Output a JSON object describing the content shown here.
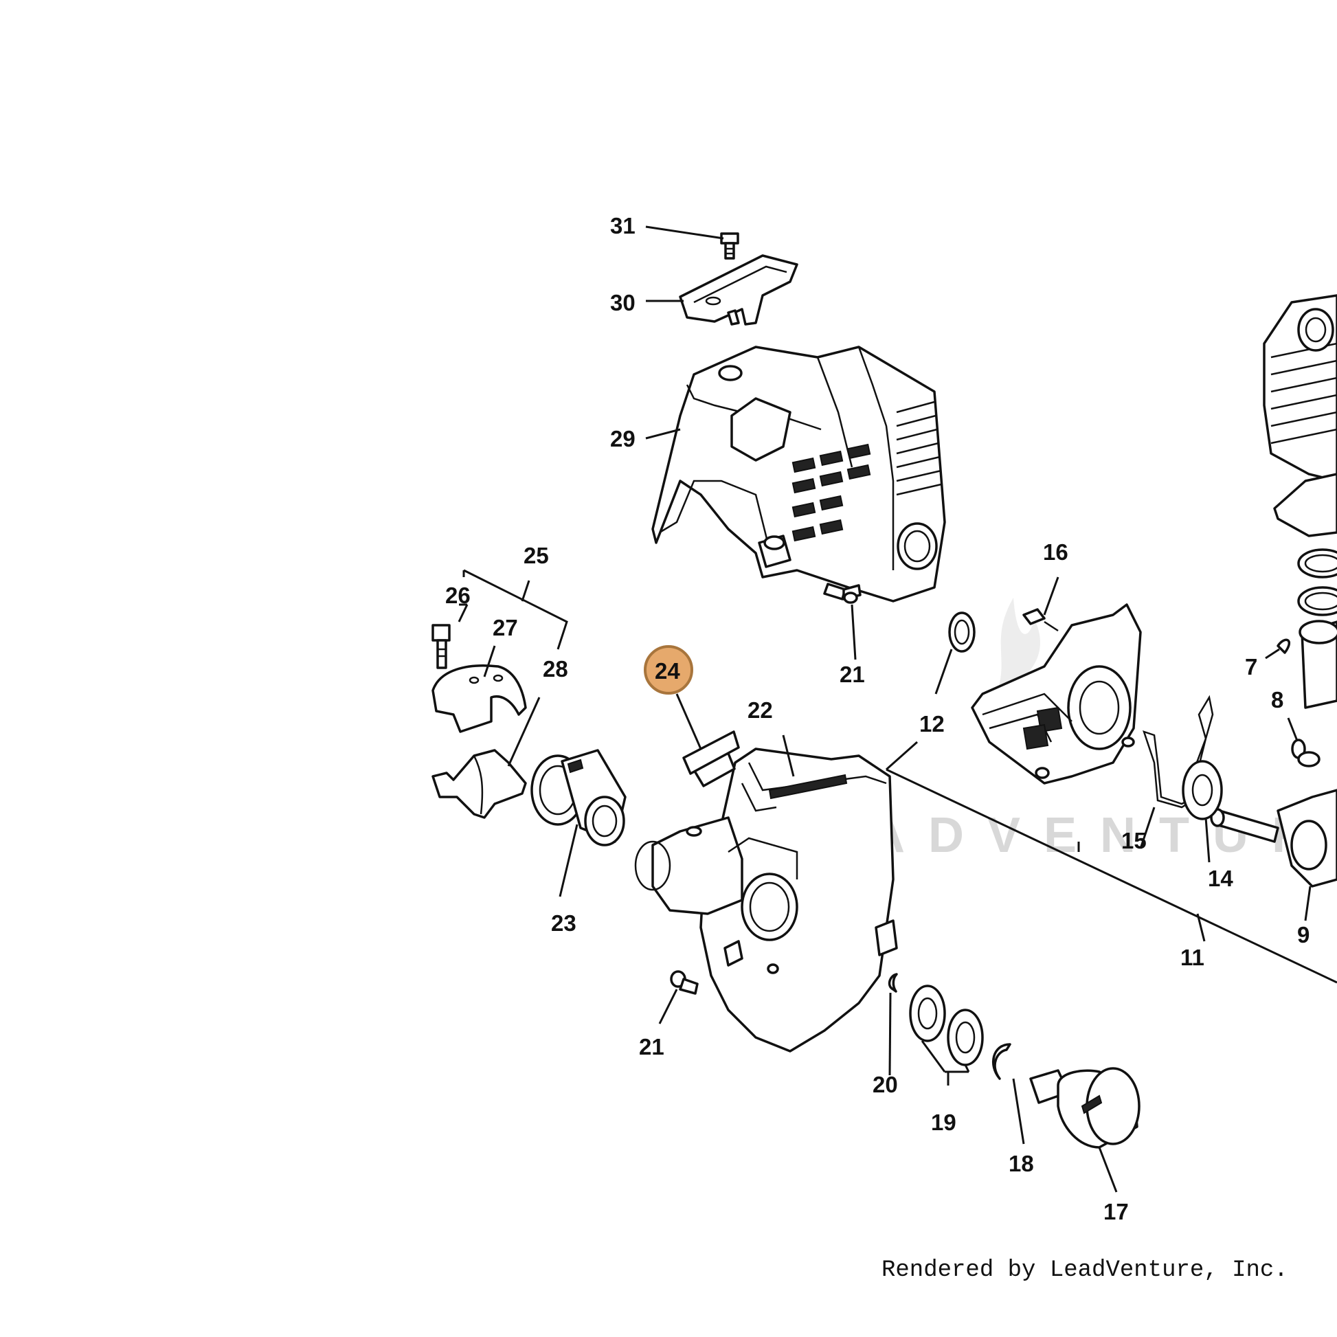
{
  "diagram": {
    "highlight_color": "#e6a96c",
    "highlighted_part": "24",
    "labels": {
      "l7": "7",
      "l8": "8",
      "l9": "9",
      "l11": "11",
      "l12": "12",
      "l14": "14",
      "l15": "15",
      "l16": "16",
      "l17": "17",
      "l18": "18",
      "l19": "19",
      "l20": "20",
      "l21a": "21",
      "l21b": "21",
      "l22": "22",
      "l23": "23",
      "l24": "24",
      "l25": "25",
      "l26": "26",
      "l27": "27",
      "l28": "28",
      "l29": "29",
      "l30": "30",
      "l31": "31"
    },
    "watermark": "LEADVENTURE",
    "footer": "Rendered by LeadVenture, Inc."
  }
}
